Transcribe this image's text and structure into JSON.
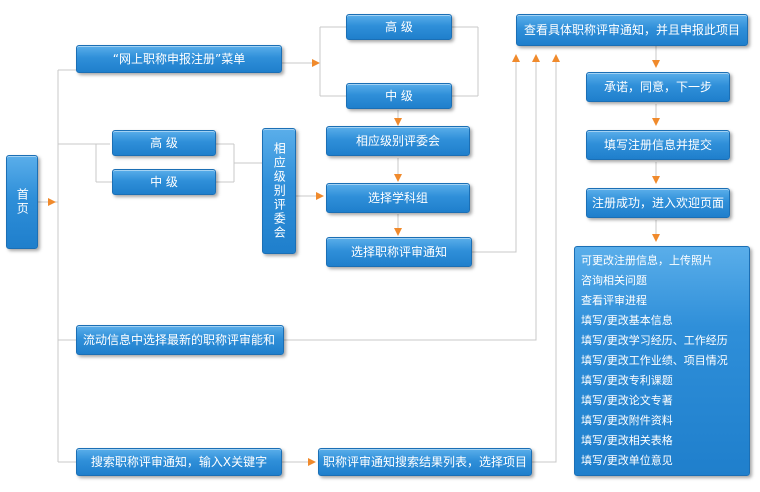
{
  "nodes": {
    "home": "首页",
    "menu_register": "“网上职称申报注册”菜单",
    "senior_top": "高 级",
    "middle_top": "中 级",
    "senior_left": "高 级",
    "middle_left": "中 级",
    "committee_vertical": "相应级别评委会",
    "committee": "相应级别评委会",
    "select_group": "选择学科组",
    "select_notice": "选择职称评审通知",
    "scroll_info": "流动信息中选择最新的职称评审能和",
    "search_notice": "搜索职称评审通知，输入X关键字",
    "search_results": "职称评审通知搜索结果列表，选择项目",
    "view_notice": "查看具体职称评审通知，并且申报此项目",
    "promise": "承诺，同意，下一步",
    "fill_submit": "填写注册信息并提交",
    "success": "注册成功，进入欢迎页面"
  },
  "functions": [
    "可更改注册信息，上传照片",
    "咨询相关问题",
    "查看评审进程",
    "填写/更改基本信息",
    "填写/更改学习经历、工作经历",
    "填写/更改工作业绩、项目情况",
    "填写/更改专利课题",
    "填写/更改论文专著",
    "填写/更改附件资料",
    "填写/更改相关表格",
    "填写/更改单位意见"
  ],
  "colors": {
    "box": "#2f8fd9",
    "line": "#c8c8c8",
    "arrow": "#f08a2c"
  }
}
